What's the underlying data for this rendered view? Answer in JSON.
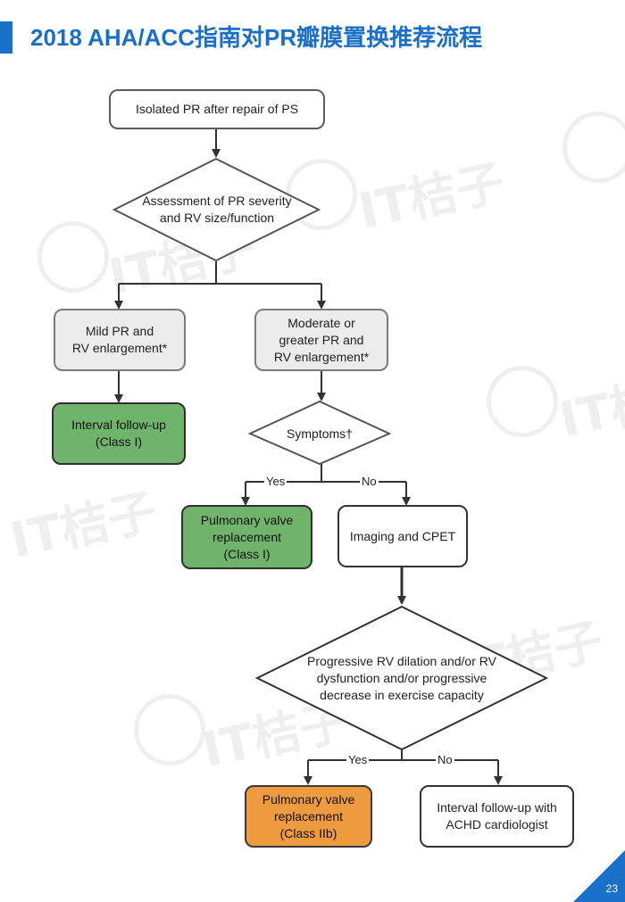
{
  "header": {
    "title": "2018 AHA/ACC指南对PR瓣膜置换推荐流程"
  },
  "watermark": {
    "text": "IT桔子"
  },
  "flowchart": {
    "start": {
      "text": "Isolated PR after repair of PS"
    },
    "assessment": {
      "lines": [
        "Assessment of",
        "PR severity and",
        "RV size/function"
      ]
    },
    "mild": {
      "lines": [
        "Mild PR and",
        "RV enlargement*"
      ]
    },
    "moderate": {
      "lines": [
        "Moderate or",
        "greater PR and",
        "RV enlargement*"
      ]
    },
    "followup_class1": {
      "lines": [
        "Interval follow-up",
        "(Class I)"
      ]
    },
    "symptoms": {
      "text": "Symptoms†"
    },
    "pvr_class1": {
      "lines": [
        "Pulmonary valve",
        "replacement",
        "(Class I)"
      ]
    },
    "imaging": {
      "text": "Imaging and CPET"
    },
    "progressive": {
      "lines": [
        "Progressive RV dilation",
        "and/or RV dysfunction",
        "and/or progressive decrease",
        "in exercise capacity"
      ]
    },
    "pvr_class2b": {
      "lines": [
        "Pulmonary valve",
        "replacement",
        "(Class IIb)"
      ]
    },
    "followup_achd": {
      "lines": [
        "Interval follow-up with",
        "ACHD cardiologist"
      ]
    },
    "labels": {
      "yes": "Yes",
      "no": "No"
    }
  },
  "footer": {
    "page_number": "23"
  },
  "colors": {
    "accent": "#1a6fc9",
    "green": "#6fb46a",
    "orange": "#ee9a3e",
    "gray": "#ececec"
  }
}
